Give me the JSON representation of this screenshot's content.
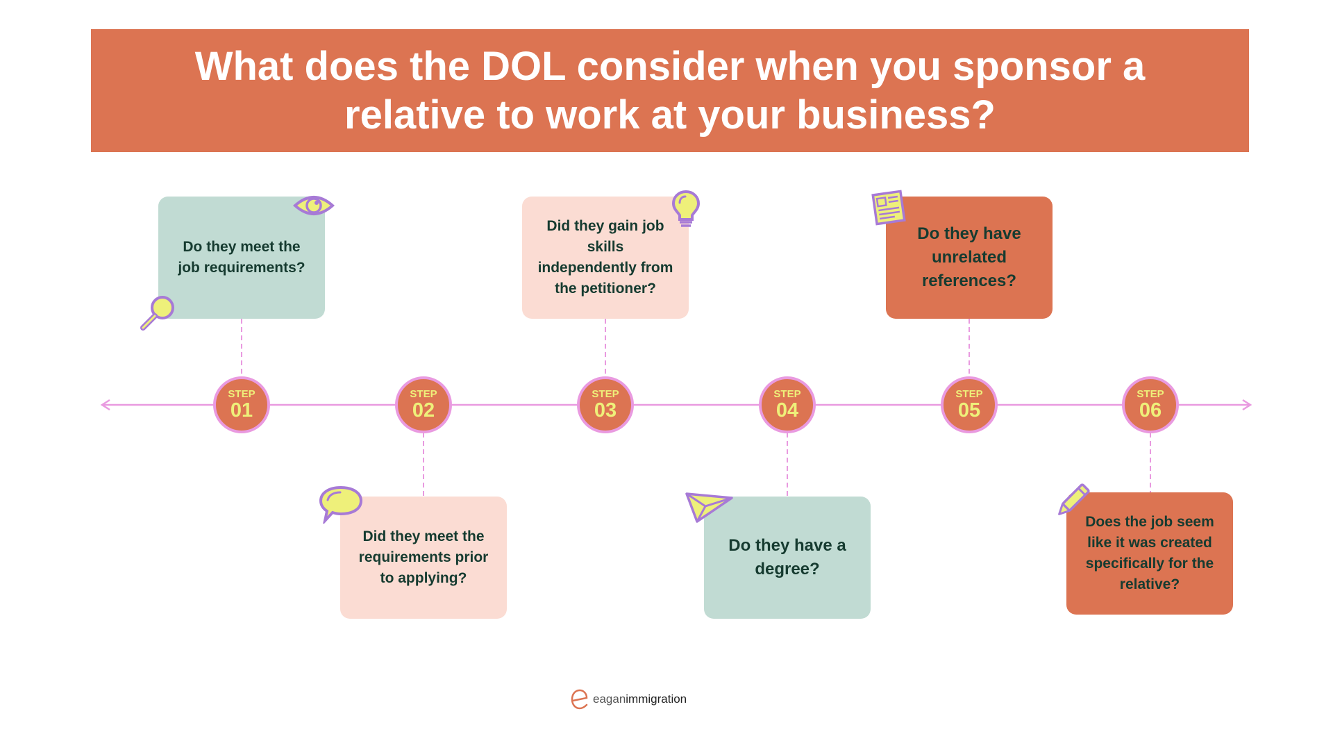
{
  "title": "What does the DOL consider when you sponsor a relative to work at your business?",
  "steps": [
    {
      "label": "STEP",
      "number": "01",
      "question": "Do they meet the job requirements?",
      "card_color": "#c1dbd3",
      "icon": "eye-icon"
    },
    {
      "label": "STEP",
      "number": "02",
      "question": "Did they meet the requirements prior to applying?",
      "card_color": "#fbdcd3",
      "icon": "speech-bubble-icon"
    },
    {
      "label": "STEP",
      "number": "03",
      "question": "Did they gain job skills independently from the petitioner?",
      "card_color": "#fbdcd3",
      "icon": "lightbulb-icon"
    },
    {
      "label": "STEP",
      "number": "04",
      "question": "Do they have a degree?",
      "card_color": "#c1dbd3",
      "icon": "paper-plane-icon"
    },
    {
      "label": "STEP",
      "number": "05",
      "question": "Do they have unrelated references?",
      "card_color": "#dc7452",
      "icon": "newspaper-icon"
    },
    {
      "label": "STEP",
      "number": "06",
      "question": "Does the job seem like it was created specifically for the relative?",
      "card_color": "#dc7452",
      "icon": "pencil-icon"
    }
  ],
  "colors": {
    "accent": "#dc7452",
    "timeline": "#e99ae0",
    "step_text": "#eef07a",
    "icon_fill": "#eef07a",
    "icon_stroke": "#a77ad6",
    "card_text": "#163b30"
  },
  "logo": {
    "prefix": "eagan",
    "suffix": "immigration"
  }
}
